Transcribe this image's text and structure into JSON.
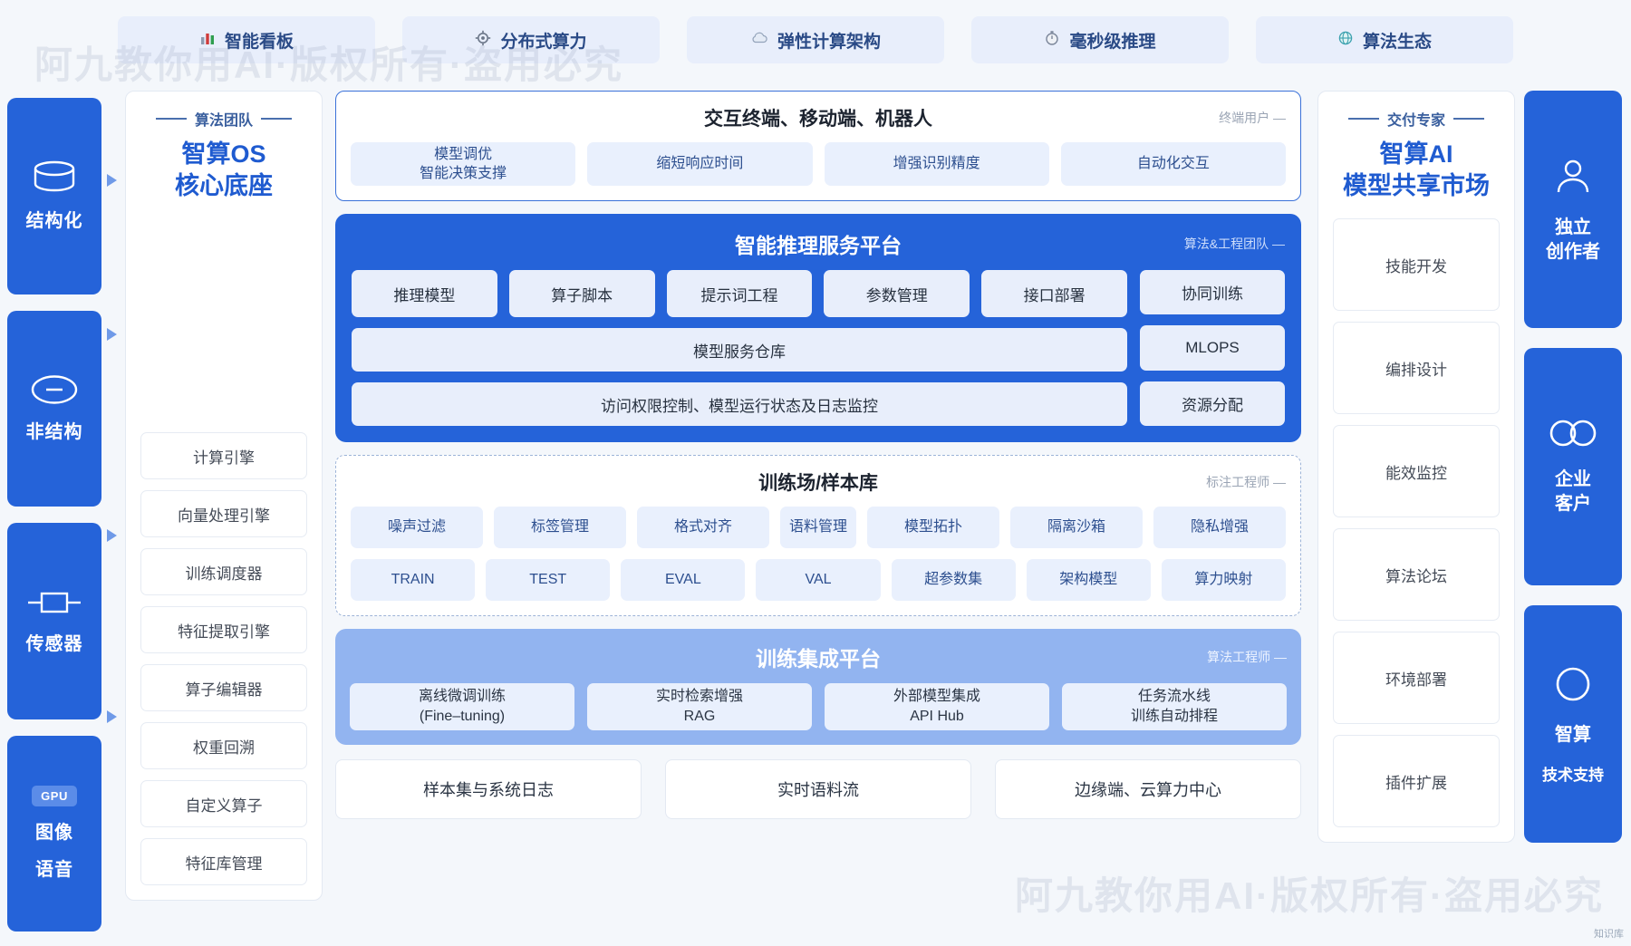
{
  "watermarks": {
    "line1": "阿九教你用AI·版权所有·盗用必究",
    "line2": "阿九教你用AI·版权所有·盗用必究",
    "badge": "知识库"
  },
  "topbar": {
    "tabs": [
      {
        "icon": "bar-chart-icon",
        "glyph": "📊",
        "label": "智能看板"
      },
      {
        "icon": "gear-icon",
        "glyph": "⚙",
        "label": "分布式算力"
      },
      {
        "icon": "cloud-icon",
        "glyph": "☁",
        "label": "弹性计算架构"
      },
      {
        "icon": "stopwatch-icon",
        "glyph": "⏱",
        "label": "毫秒级推理"
      },
      {
        "icon": "globe-icon",
        "glyph": "🌐",
        "label": "算法生态"
      }
    ]
  },
  "sources": {
    "cards": [
      {
        "icon": "database-icon",
        "label": "结构化"
      },
      {
        "icon": "minus-circle-icon",
        "label": "非结构"
      },
      {
        "icon": "sensor-icon",
        "label": "传感器"
      },
      {
        "icon": "gpu-chip-icon",
        "chip": "GPU",
        "label": "图像",
        "label2": "语音"
      }
    ]
  },
  "os_column": {
    "eyebrow": "算法团队",
    "heading_line1": "智算OS",
    "heading_line2": "核心底座",
    "items": [
      {
        "label": "计算引擎"
      },
      {
        "label": "向量处理引擎"
      },
      {
        "label": "训练调度器"
      },
      {
        "label": "特征提取引擎"
      },
      {
        "label": "算子编辑器"
      },
      {
        "label": "权重回溯"
      },
      {
        "label": "自定义算子"
      },
      {
        "label": "特征库管理"
      }
    ]
  },
  "terminals_panel": {
    "title": "交互终端、移动端、机器人",
    "actor": "终端用户 —",
    "chips": [
      {
        "line1": "模型调优",
        "line2": "智能决策支撑"
      },
      {
        "line1": "缩短响应时间",
        "line2": ""
      },
      {
        "line1": "增强识别精度",
        "line2": ""
      },
      {
        "line1": "自动化交互",
        "line2": ""
      }
    ]
  },
  "inference_panel": {
    "title": "智能推理服务平台",
    "actor": "算法&工程团队 —",
    "row1": [
      "推理模型",
      "算子脚本",
      "提示词工程",
      "参数管理",
      "接口部署"
    ],
    "wide1": "模型服务仓库",
    "wide2": "访问权限控制、模型运行状态及日志监控",
    "side": [
      "协同训练",
      "MLOPS",
      "资源分配"
    ]
  },
  "training_panel": {
    "title": "训练场/样本库",
    "actor": "标注工程师 —",
    "row1": [
      "噪声过滤",
      "标签管理",
      "格式对齐",
      "语料管理",
      "模型拓扑",
      "隔离沙箱",
      "隐私增强"
    ],
    "row2": [
      "TRAIN",
      "TEST",
      "EVAL",
      "VAL",
      "超参数集",
      "架构模型",
      "算力映射"
    ]
  },
  "integration_panel": {
    "title": "训练集成平台",
    "actor": "算法工程师 —",
    "chips": [
      {
        "line1": "离线微调训练",
        "line2": "(Fine–tuning)"
      },
      {
        "line1": "实时检索增强",
        "line2": "RAG"
      },
      {
        "line1": "外部模型集成",
        "line2": "API Hub"
      },
      {
        "line1": "任务流水线",
        "line2": "训练自动排程"
      }
    ]
  },
  "footer": {
    "boxes": [
      "样本集与系统日志",
      "实时语料流",
      "边缘端、云算力中心"
    ]
  },
  "market_column": {
    "eyebrow": "交付专家",
    "heading_line1": "智算AI",
    "heading_line2": "模型共享市场",
    "items": [
      {
        "label": "技能开发"
      },
      {
        "label": "编排设计"
      },
      {
        "label": "能效监控"
      },
      {
        "label": "算法论坛"
      },
      {
        "label": "环境部署"
      },
      {
        "label": "插件扩展"
      }
    ]
  },
  "audience": {
    "cards": [
      {
        "icon": "user-icon",
        "line1": "独立",
        "line2": "创作者",
        "sub": ""
      },
      {
        "icon": "double-circle-icon",
        "line1": "企业",
        "line2": "客户",
        "sub": ""
      },
      {
        "icon": "circle-icon",
        "line1": "智算",
        "line2": "",
        "sub": "技术支持"
      }
    ]
  },
  "colors": {
    "brand_blue": "#2563d9",
    "light_blue": "#92b4f0",
    "chip_blue": "#e9f0fd",
    "page_bg": "#f4f7fb"
  }
}
